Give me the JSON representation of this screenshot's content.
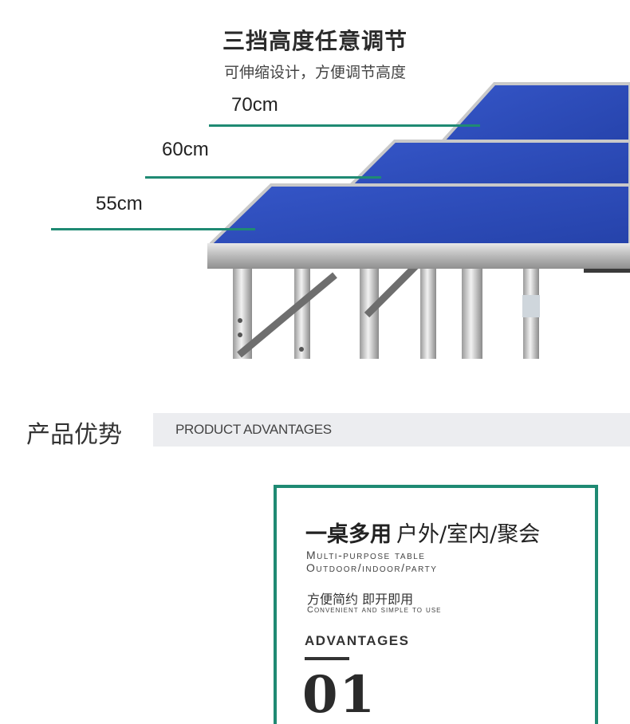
{
  "header": {
    "title": "三挡高度任意调节",
    "subtitle": "可伸缩设计，方便调节高度"
  },
  "heights": [
    {
      "label": "70cm"
    },
    {
      "label": "60cm"
    },
    {
      "label": "55cm"
    }
  ],
  "section": {
    "title": "产品优势",
    "banner": "PRODUCT ADVANTAGES"
  },
  "card": {
    "title_bold": "一桌多用",
    "title_light": "户外/室内/聚会",
    "en_line1": "Multi-purpose table",
    "en_line2": "Outdoor/indoor/party",
    "feature": "方便简约 即开即用",
    "feature_en": "Convenient and simple to use",
    "advantages_label": "ADVANTAGES",
    "number": "01"
  },
  "colors": {
    "accent": "#1f8a73",
    "table_top": "#2a49b8",
    "banner_bg": "#ecedf0"
  }
}
